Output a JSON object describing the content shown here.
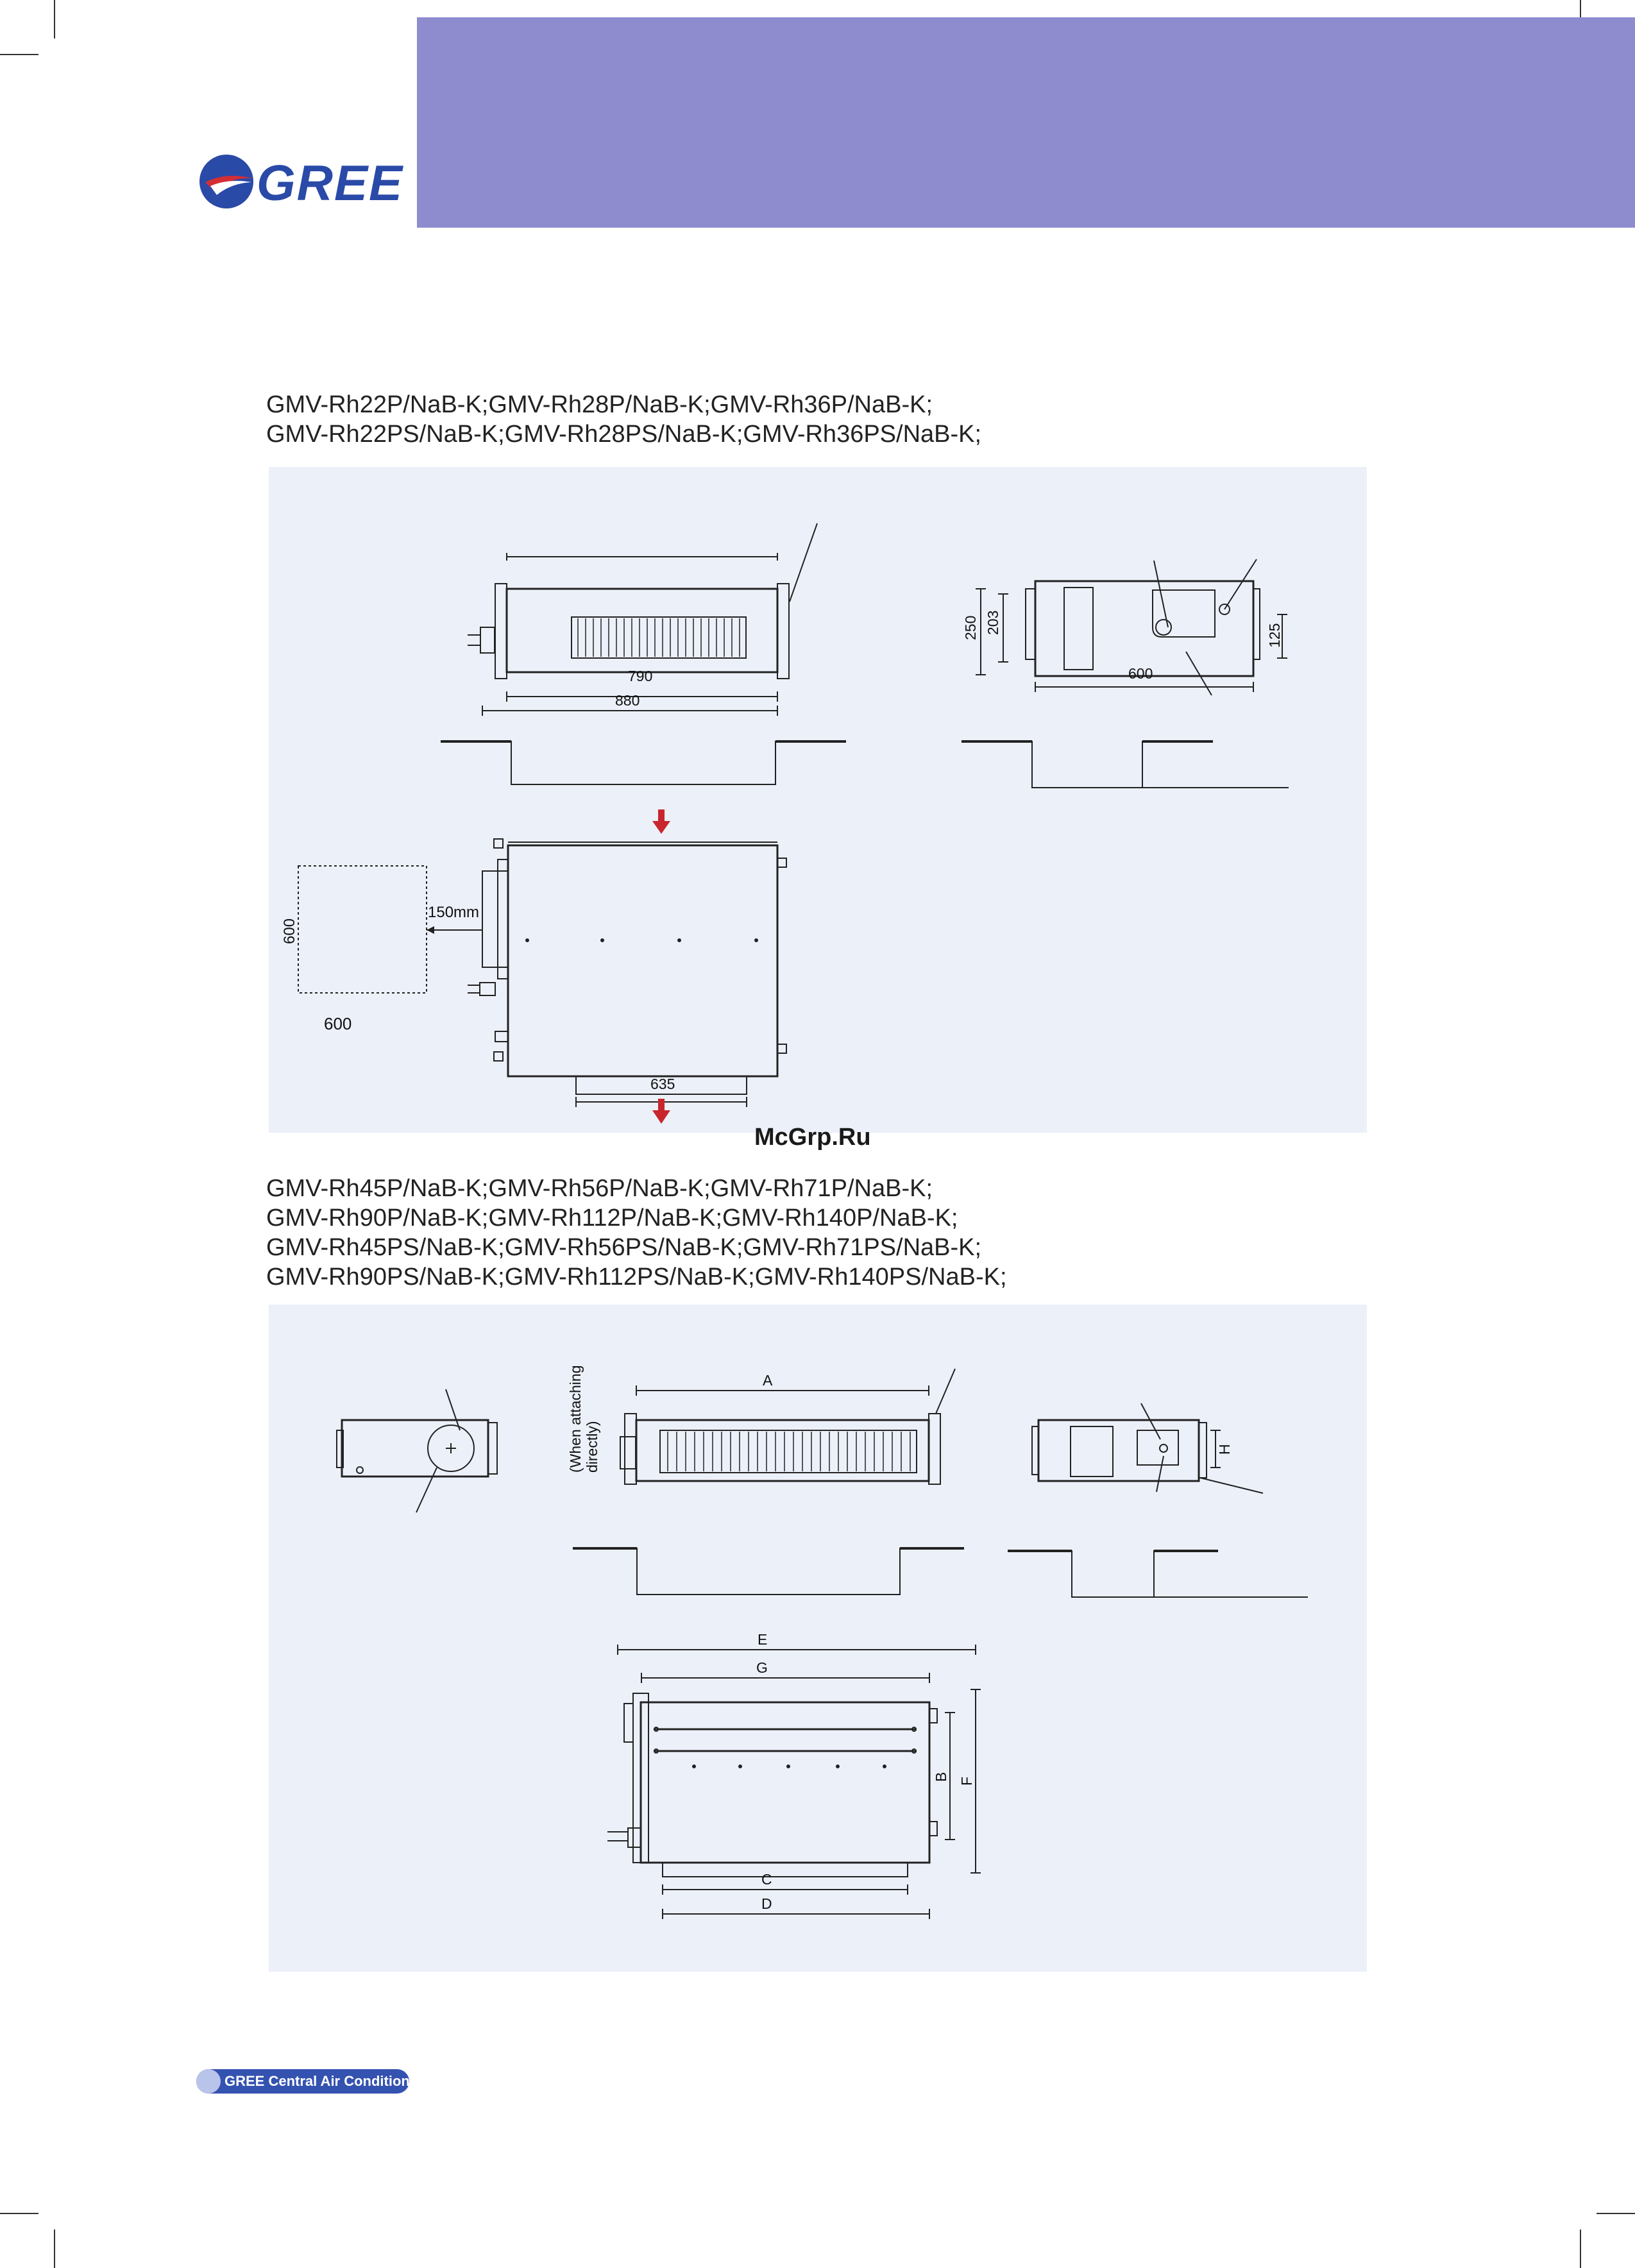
{
  "brand": {
    "logo_text": "GREE",
    "band_color": "#8e8ccf",
    "logo_color": "#2a4aa8",
    "logo_swoosh_color": "#d42e34"
  },
  "section1": {
    "models": [
      "GMV-Rh22P/NaB-K;GMV-Rh28P/NaB-K;GMV-Rh36P/NaB-K;",
      "GMV-Rh22PS/NaB-K;GMV-Rh28PS/NaB-K;GMV-Rh36PS/NaB-K;"
    ],
    "panel_color": "#ecf0f9",
    "dims": {
      "inner_width": "790",
      "outer_width": "880",
      "height_250": "250",
      "height_203": "203",
      "side_125": "125",
      "depth_600": "600",
      "clearance": "150mm",
      "service_h": "600",
      "service_w": "600",
      "bottom_635": "635"
    },
    "arrow_color": "#c8262c"
  },
  "section2": {
    "models": [
      "GMV-Rh45P/NaB-K;GMV-Rh56P/NaB-K;GMV-Rh71P/NaB-K;",
      "GMV-Rh90P/NaB-K;GMV-Rh112P/NaB-K;GMV-Rh140P/NaB-K;",
      "GMV-Rh45PS/NaB-K;GMV-Rh56PS/NaB-K;GMV-Rh71PS/NaB-K;",
      "GMV-Rh90PS/NaB-K;GMV-Rh112PS/NaB-K;GMV-Rh140PS/NaB-K;"
    ],
    "note": [
      "(When attaching",
      "directly)"
    ],
    "letters": {
      "A": "A",
      "B": "B",
      "C": "C",
      "D": "D",
      "E": "E",
      "F": "F",
      "G": "G",
      "H": "H"
    }
  },
  "watermark": "McGrp.Ru",
  "footer": {
    "label": "GREE Central Air Conditioners",
    "color": "#3452b0"
  }
}
